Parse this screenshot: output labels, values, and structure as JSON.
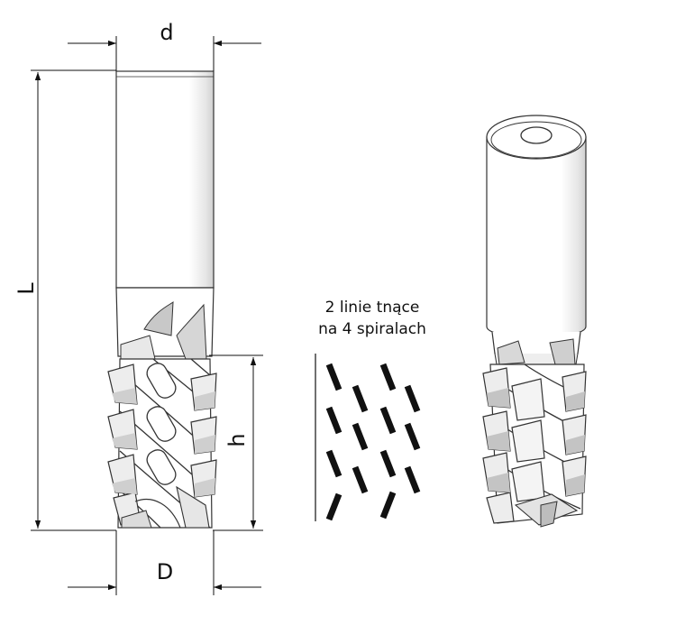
{
  "dimensions": {
    "d": "d",
    "L": "L",
    "h": "h",
    "D": "D"
  },
  "caption": {
    "line1": "2 linie tnące",
    "line2": "na 4 spiralach"
  },
  "colors": {
    "ink": "#111111",
    "outline": "#333333",
    "shade": "#9a9a9a"
  }
}
